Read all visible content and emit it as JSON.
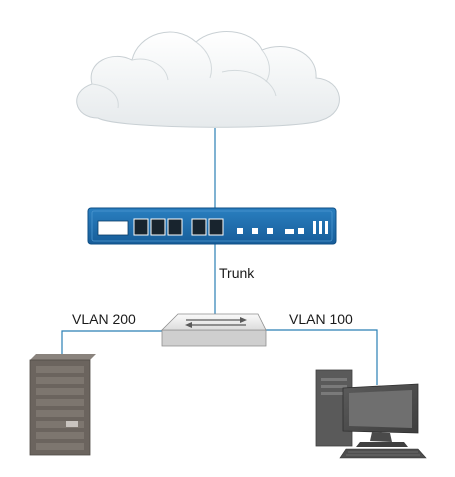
{
  "labels": {
    "trunk": "Trunk",
    "vlan_left": "VLAN 200",
    "vlan_right": "VLAN 100"
  },
  "colors": {
    "link": "#2a7fb5",
    "firewall_body": "#1f6fb0",
    "firewall_dark": "#0f4f86",
    "switch_body": "#eeeeee",
    "server_body": "#6b645e",
    "pc_body": "#5a5a5a",
    "cloud": "#f4f6f7"
  },
  "icons": {
    "cloud": "cloud-icon",
    "firewall": "firewall-appliance-icon",
    "switch": "network-switch-icon",
    "server": "server-tower-icon",
    "workstation": "desktop-computer-icon"
  }
}
